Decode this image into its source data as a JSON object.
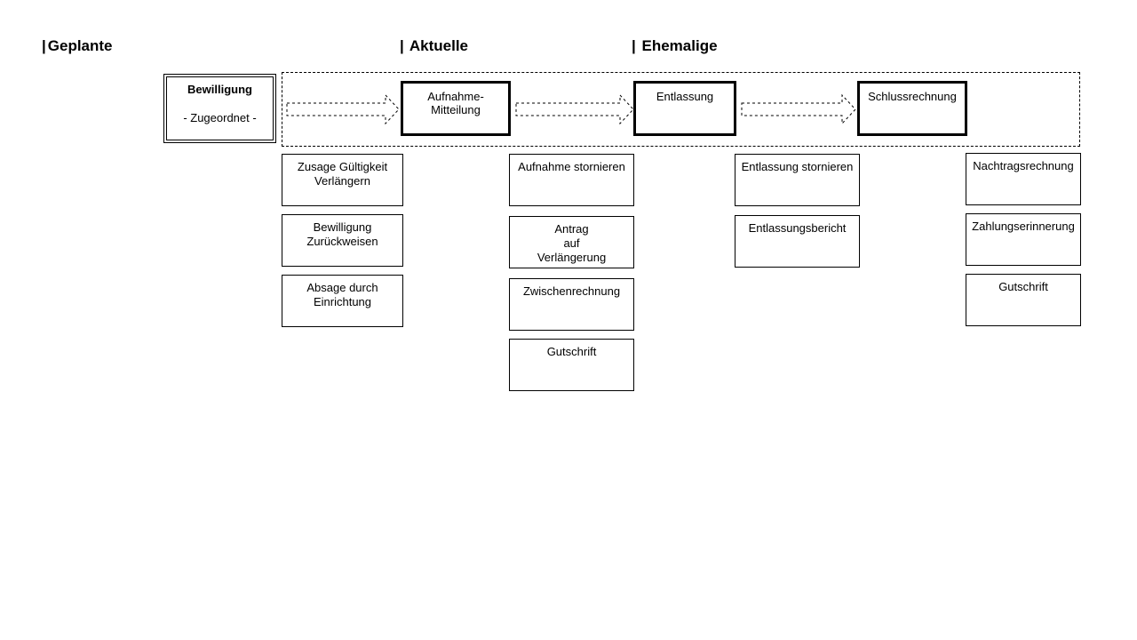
{
  "sections": {
    "planned": "Geplante",
    "current": "Aktuelle",
    "former": "Ehemalige"
  },
  "separator": "|",
  "permit": {
    "title": "Bewilligung",
    "status": "- Zugeordnet -"
  },
  "stages": {
    "admission": "Aufnahme-\nMitteilung",
    "discharge": "Entlassung",
    "final_invoice": "Schlussrechnung"
  },
  "actions": {
    "permit": [
      "Zusage Gültigkeit\nVerlängern",
      "Bewilligung\nZurückweisen",
      "Absage durch\nEinrichtung"
    ],
    "admission": [
      "Aufnahme stornieren",
      "Antrag\nauf\nVerlängerung",
      "Zwischenrechnung",
      "Gutschrift"
    ],
    "discharge": [
      "Entlassung stornieren",
      "Entlassungsbericht"
    ],
    "final_invoice": [
      "Nachtragsrechnung",
      "Zahlungserinnerung",
      "Gutschrift"
    ]
  }
}
